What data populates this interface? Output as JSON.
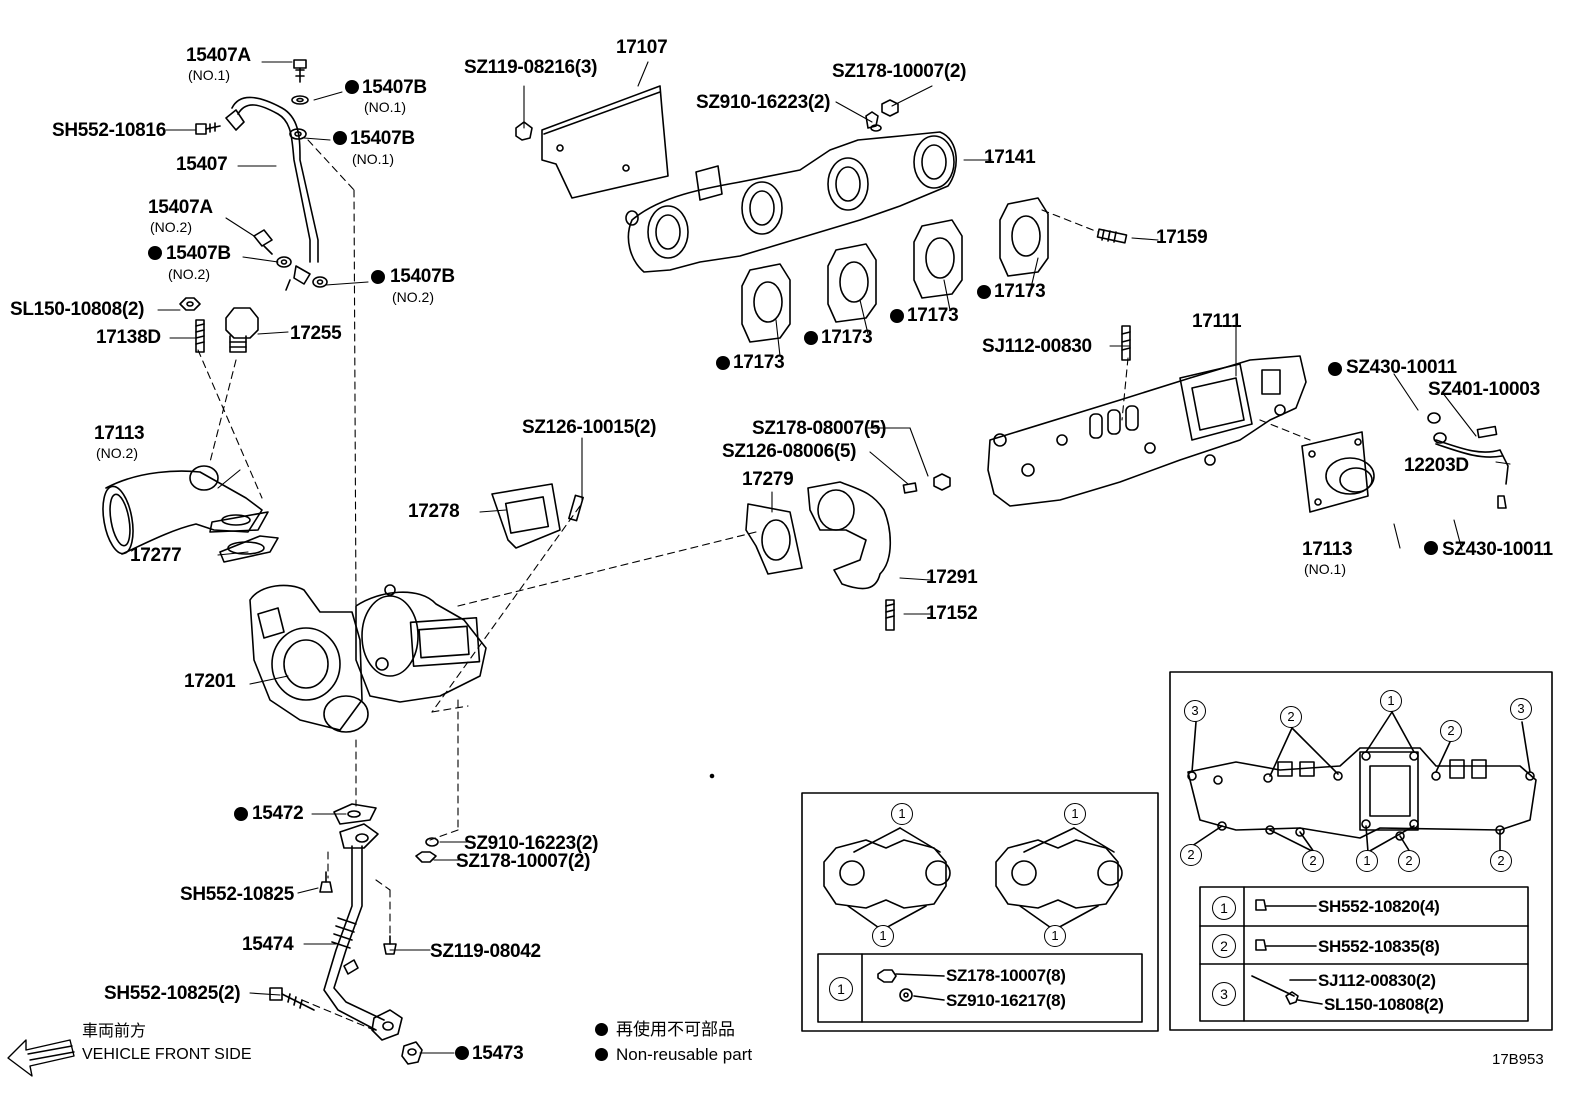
{
  "labels": {
    "l15407A_1": "15407A",
    "l15407A_1_sub": "(NO.1)",
    "l15407B_1": "15407B",
    "l15407B_1_sub": "(NO.1)",
    "lSH552_10816": "SH552-10816",
    "l15407B_2": "15407B",
    "l15407B_2_sub": "(NO.1)",
    "l15407": "15407",
    "l15407A_2": "15407A",
    "l15407A_2_sub": "(NO.2)",
    "l15407B_3": "15407B",
    "l15407B_3_sub": "(NO.2)",
    "l15407B_4": "15407B",
    "l15407B_4_sub": "(NO.2)",
    "lSL150": "SL150-10808(2)",
    "l17138D": "17138D",
    "l17255": "17255",
    "l17113_2": "17113",
    "l17113_2_sub": "(NO.2)",
    "l17277": "17277",
    "lSZ119_08216": "SZ119-08216(3)",
    "l17107": "17107",
    "lSZ178_10007_top": "SZ178-10007(2)",
    "lSZ910_16223_top": "SZ910-16223(2)",
    "l17141": "17141",
    "l17159": "17159",
    "l17173_a": "17173",
    "l17173_b": "17173",
    "l17173_c": "17173",
    "l17173_d": "17173",
    "l17111": "17111",
    "lSJ112": "SJ112-00830",
    "lSZ430_a": "SZ430-10011",
    "lSZ401": "SZ401-10003",
    "l12203D": "12203D",
    "lSZ430_b": "SZ430-10011",
    "l17113_1": "17113",
    "l17113_1_sub": "(NO.1)",
    "lSZ126_10015": "SZ126-10015(2)",
    "lSZ178_08007": "SZ178-08007(5)",
    "lSZ126_08006": "SZ126-08006(5)",
    "l17278": "17278",
    "l17279": "17279",
    "l17291": "17291",
    "l17152": "17152",
    "l17201": "17201",
    "l15472": "15472",
    "lSZ910_16223_bot": "SZ910-16223(2)",
    "lSZ178_10007_bot": "SZ178-10007(2)",
    "lSH552_10825": "SH552-10825",
    "l15474": "15474",
    "lSZ119_08042": "SZ119-08042",
    "lSH552_10825_2": "SH552-10825(2)",
    "l15473": "15473"
  },
  "table_left": {
    "callout": "1",
    "row1": "SZ178-10007(8)",
    "row2": "SZ910-16217(8)",
    "gasket_callouts": [
      "1",
      "1",
      "1",
      "1"
    ]
  },
  "table_right": {
    "callouts": [
      "3",
      "2",
      "1",
      "2",
      "3",
      "2",
      "2",
      "1",
      "2",
      "2"
    ],
    "rows": [
      {
        "num": "1",
        "parts": [
          "SH552-10820(4)"
        ]
      },
      {
        "num": "2",
        "parts": [
          "SH552-10835(8)"
        ]
      },
      {
        "num": "3",
        "parts": [
          "SJ112-00830(2)",
          "SL150-10808(2)"
        ]
      }
    ]
  },
  "front": {
    "jp": "車両前方",
    "en": "VEHICLE FRONT SIDE"
  },
  "legend": {
    "jp": "再使用不可部品",
    "en": "Non-reusable part"
  },
  "diagram_code": "17B953"
}
